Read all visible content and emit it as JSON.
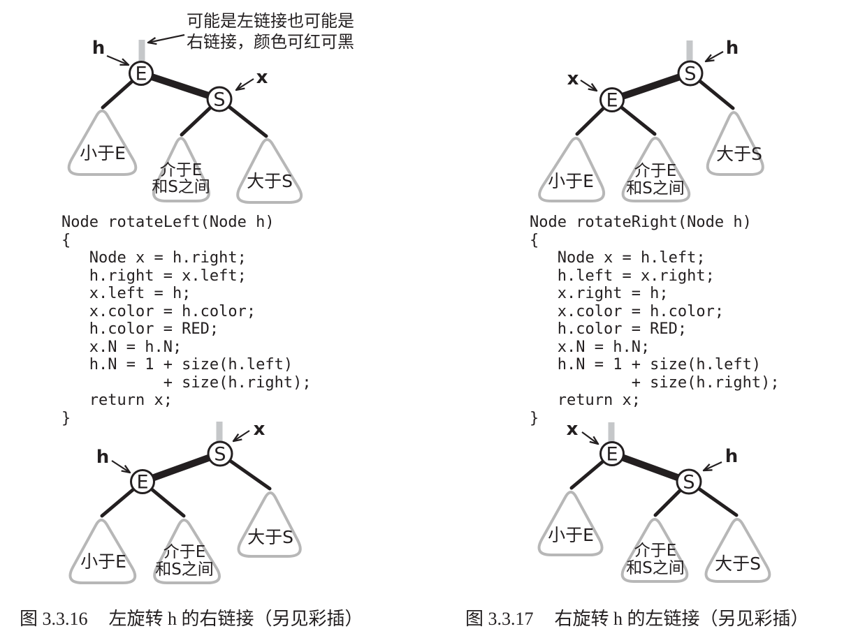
{
  "colors": {
    "background": "#ffffff",
    "ink": "#231f20",
    "link_stub_gray": "#c5c7c9",
    "triangle_gray": "#b7b7b7"
  },
  "labels": {
    "pointer_h": "h",
    "pointer_x": "x",
    "node_e": "E",
    "node_s": "S",
    "subtree_less_than_e": "小于E",
    "subtree_between_line1": "介于E",
    "subtree_between_line2": "和S之间",
    "subtree_greater_than_s": "大于S"
  },
  "left_figure": {
    "annotation_line1": "可能是左链接也可能是",
    "annotation_line2": "右链接，颜色可红可黑",
    "code": "Node rotateLeft(Node h)\n{\n   Node x = h.right;\n   h.right = x.left;\n   x.left = h;\n   x.color = h.color;\n   h.color = RED;\n   x.N = h.N;\n   h.N = 1 + size(h.left)\n           + size(h.right);\n   return x;\n}",
    "caption_number": "图 3.3.16",
    "caption_title": "左旋转 h 的右链接（另见彩插）"
  },
  "right_figure": {
    "code": "Node rotateRight(Node h)\n{\n   Node x = h.left;\n   h.left = x.right;\n   x.right = h;\n   x.color = h.color;\n   h.color = RED;\n   x.N = h.N;\n   h.N = 1 + size(h.left)\n           + size(h.right);\n   return x;\n}",
    "caption_number": "图 3.3.17",
    "caption_title": "右旋转 h 的左链接（另见彩插）"
  }
}
